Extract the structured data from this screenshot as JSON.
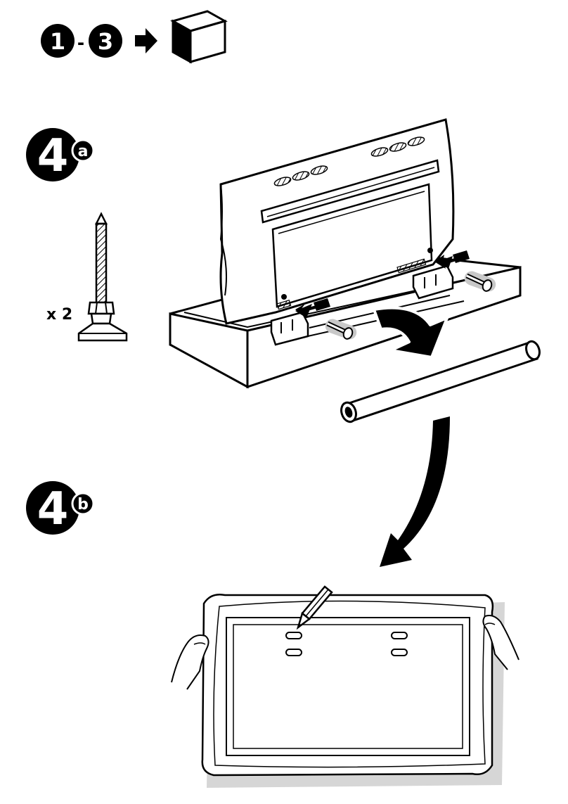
{
  "header": {
    "step_start": "1",
    "step_end": "3",
    "dash": "-"
  },
  "step_4a": {
    "number": "4",
    "letter": "a"
  },
  "step_4b": {
    "number": "4",
    "letter": "b"
  },
  "parts": {
    "quantity_label": "x 2"
  },
  "colors": {
    "ink": "#000000",
    "paper": "#ffffff",
    "shadow": "#d6d6d6",
    "highlight": "#c8c8c8"
  }
}
